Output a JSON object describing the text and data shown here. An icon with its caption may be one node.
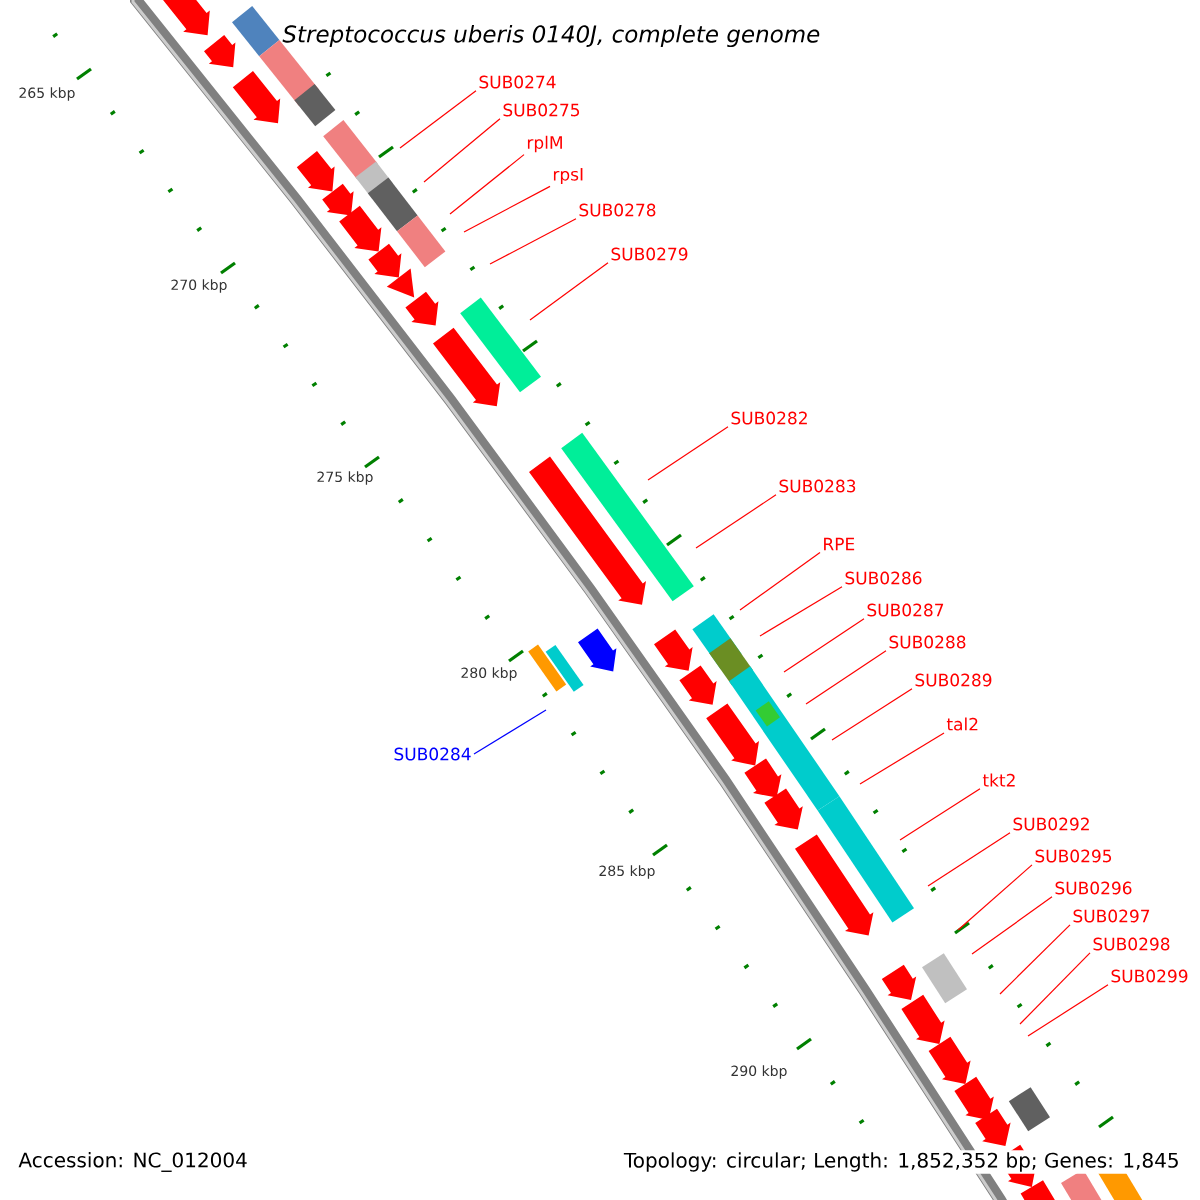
{
  "diagram": {
    "title": "Streptococcus uberis 0140J, complete genome",
    "nodes": [
      {
        "text": [
          "SUB0274"
        ]
      },
      {
        "text": [
          "SUB0275"
        ]
      },
      {
        "text": [
          "rplM"
        ]
      },
      {
        "text": [
          "rpsI"
        ]
      },
      {
        "text": [
          "SUB0278"
        ]
      },
      {
        "text": [
          "SUB0279"
        ]
      },
      {
        "text": [
          "SUB0282"
        ]
      },
      {
        "text": [
          "SUB0283"
        ]
      },
      {
        "text": [
          "RPE"
        ]
      },
      {
        "text": [
          "SUB0286"
        ]
      },
      {
        "text": [
          "SUB0287"
        ]
      },
      {
        "text": [
          "SUB0288"
        ]
      },
      {
        "text": [
          "SUB0289"
        ]
      },
      {
        "text": [
          "tal2"
        ]
      },
      {
        "text": [
          "tkt2"
        ]
      },
      {
        "text": [
          "SUB0292"
        ]
      },
      {
        "text": [
          "SUB0295"
        ]
      },
      {
        "text": [
          "SUB0296"
        ]
      },
      {
        "text": [
          "SUB0297"
        ]
      },
      {
        "text": [
          "SUB0298"
        ]
      },
      {
        "text": [
          "SUB0299"
        ]
      },
      {
        "text": [
          "SUB0284"
        ]
      }
    ],
    "edges": [
      {
        "from": 0,
        "to": null,
        "arrow": "none"
      },
      {
        "from": 1,
        "to": null,
        "arrow": "none"
      },
      {
        "from": 2,
        "to": null,
        "arrow": "none"
      },
      {
        "from": 3,
        "to": null,
        "arrow": "none"
      },
      {
        "from": 4,
        "to": null,
        "arrow": "none"
      },
      {
        "from": 5,
        "to": null,
        "arrow": "none"
      },
      {
        "from": 6,
        "to": null,
        "arrow": "none"
      },
      {
        "from": 7,
        "to": null,
        "arrow": "none"
      },
      {
        "from": 8,
        "to": null,
        "arrow": "none"
      },
      {
        "from": 9,
        "to": null,
        "arrow": "none"
      },
      {
        "from": 10,
        "to": null,
        "arrow": "none"
      },
      {
        "from": 11,
        "to": null,
        "arrow": "none"
      },
      {
        "from": 12,
        "to": null,
        "arrow": "none"
      },
      {
        "from": 13,
        "to": null,
        "arrow": "none"
      },
      {
        "from": 14,
        "to": null,
        "arrow": "none"
      },
      {
        "from": 15,
        "to": null,
        "arrow": "none"
      },
      {
        "from": 16,
        "to": null,
        "arrow": "none"
      },
      {
        "from": 17,
        "to": null,
        "arrow": "none"
      },
      {
        "from": 18,
        "to": null,
        "arrow": "none"
      },
      {
        "from": 19,
        "to": null,
        "arrow": "none"
      },
      {
        "from": 20,
        "to": null,
        "arrow": "none"
      },
      {
        "from": 21,
        "to": null,
        "arrow": "none",
        "color": "#0000ff"
      }
    ],
    "labels": [
      "265 kbp",
      "270 kbp",
      "275 kbp",
      "280 kbp",
      "285 kbp",
      "290 kbp",
      "Accession: NC_012004",
      "Topology: circular; Length: 1,852,352 bp; Genes: 1,845"
    ]
  }
}
